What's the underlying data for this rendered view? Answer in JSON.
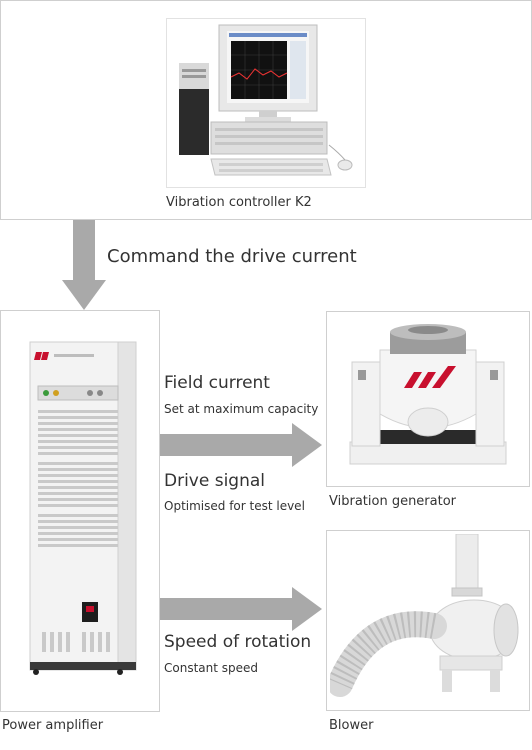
{
  "controller": {
    "caption": "Vibration controller K2"
  },
  "command": {
    "label": "Command the drive current"
  },
  "amplifier": {
    "caption": "Power amplifier"
  },
  "field_current": {
    "title": "Field current",
    "subtitle": "Set at maximum capacity"
  },
  "drive_signal": {
    "title": "Drive signal",
    "subtitle": "Optimised for test level"
  },
  "speed_of_rotation": {
    "title": "Speed of rotation",
    "subtitle": "Constant speed"
  },
  "generator": {
    "caption": "Vibration generator"
  },
  "blower": {
    "caption": "Blower"
  },
  "colors": {
    "arrow": "#a9a9a9",
    "frame_border": "#cfcfcf",
    "text": "#333333",
    "logo_red": "#c8102e"
  }
}
